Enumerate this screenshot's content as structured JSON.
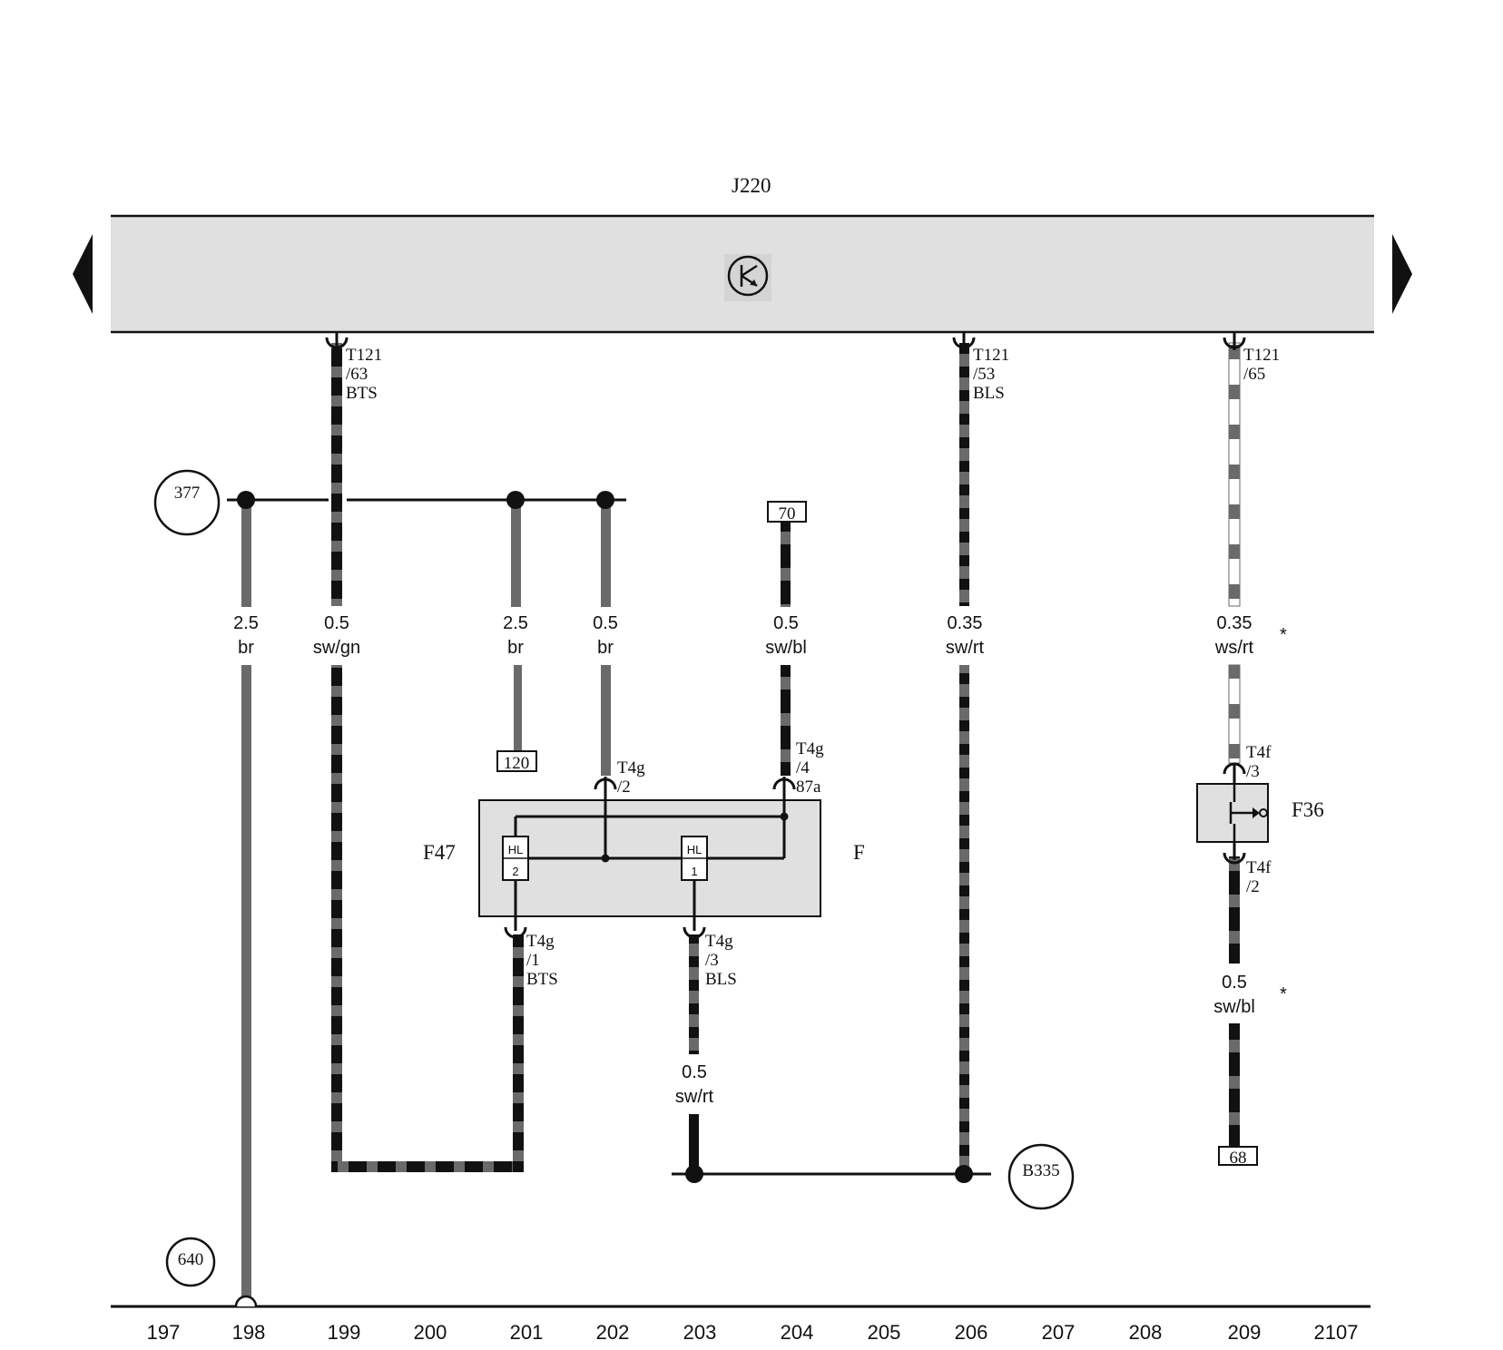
{
  "title": "J220",
  "components": {
    "J220": "J220",
    "F47": "F47",
    "F": "F",
    "F36": "F36",
    "relay_left": {
      "top": "HL",
      "bottom": "2"
    },
    "relay_right": {
      "top": "HL",
      "bottom": "1"
    }
  },
  "circles": {
    "c377": "377",
    "c640": "640",
    "cB335": "B335"
  },
  "boxes": {
    "b70": "70",
    "b120": "120",
    "b68": "68"
  },
  "connectors": {
    "t121_63": [
      "T121",
      "/63",
      "BTS"
    ],
    "t121_53": [
      "T121",
      "/53",
      "BLS"
    ],
    "t121_65": [
      "T121",
      "/65"
    ],
    "t4g_2": [
      "T4g",
      "/2"
    ],
    "t4g_4": [
      "T4g",
      "/4",
      "87a"
    ],
    "t4g_1": [
      "T4g",
      "/1",
      "BTS"
    ],
    "t4g_3": [
      "T4g",
      "/3",
      "BLS"
    ],
    "t4f_3": [
      "T4f",
      "/3"
    ],
    "t4f_2": [
      "T4f",
      "/2"
    ]
  },
  "wires": {
    "w198": {
      "size": "2.5",
      "color": "br"
    },
    "w199": {
      "size": "0.5",
      "color": "sw/gn"
    },
    "w201": {
      "size": "2.5",
      "color": "br"
    },
    "w202": {
      "size": "0.5",
      "color": "br"
    },
    "w204": {
      "size": "0.5",
      "color": "sw/bl"
    },
    "w206": {
      "size": "0.35",
      "color": "sw/rt"
    },
    "w209a": {
      "size": "0.35",
      "color": "ws/rt"
    },
    "w203": {
      "size": "0.5",
      "color": "sw/rt"
    },
    "w209b": {
      "size": "0.5",
      "color": "sw/bl"
    }
  },
  "asterisks": {
    "a1": "*",
    "a2": "*"
  },
  "coordinates": [
    "197",
    "198",
    "199",
    "200",
    "201",
    "202",
    "203",
    "204",
    "205",
    "206",
    "207",
    "208",
    "209",
    "2107"
  ],
  "colors": {
    "wire_black": "#111111",
    "wire_gray": "#6a6a6a",
    "wire_white": "#ffffff",
    "panel": "#e0e0e0"
  }
}
